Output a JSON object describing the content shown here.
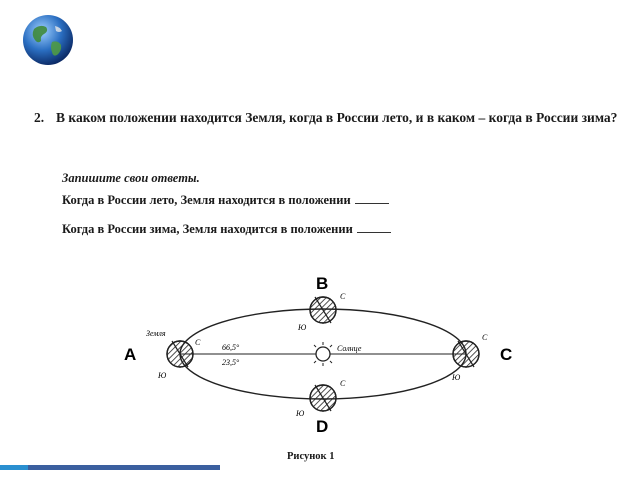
{
  "question": {
    "number": "2.",
    "text": "В каком положении находится Земля, когда в России лето, и в каком – когда в России зима?"
  },
  "instruction": "Запишите свои ответы.",
  "answers": {
    "summer": "Когда в России лето, Земля находится в положении",
    "winter": "Когда в России зима, Земля находится в положении"
  },
  "diagram": {
    "positions": {
      "a": "A",
      "b": "B",
      "c": "C",
      "d": "D"
    },
    "earth_label": "Земля",
    "sun_label": "Солнце",
    "north": "С",
    "south": "Ю",
    "angle_top": "66,5°",
    "angle_bottom": "23,5°"
  },
  "caption": "Рисунок 1",
  "colors": {
    "footer_bar": "#3b5f9f",
    "footer_accent": "#2a8fd0"
  }
}
